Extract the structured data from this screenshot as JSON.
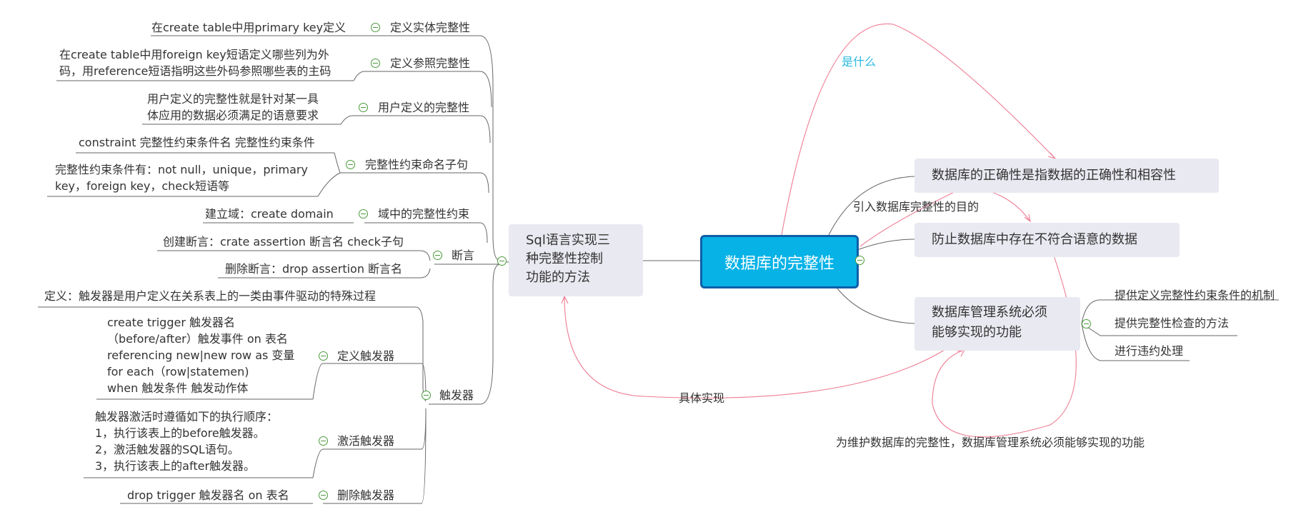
{
  "center": "数据库的完整性",
  "sql_node": [
    "Sql语言实现三",
    "种完整性控制",
    "功能的方法"
  ],
  "right": {
    "correctness": "数据库的正确性是指数据的正确性和相容性",
    "prevent": "防止数据库中存在不符合语意的数据",
    "dbms": [
      "数据库管理系统必须",
      "能够实现的功能"
    ],
    "dbms_children": [
      "提供定义完整性约束条件的机制",
      "提供完整性检查的方法",
      "进行违约处理"
    ]
  },
  "relations": {
    "what": "是什么",
    "purpose": "引入数据库完整性的目的",
    "implement": "具体实现",
    "maintain": "为维护数据库的完整性，数据库管理系统必须能够实现的功能"
  },
  "left": {
    "entity": {
      "label": "定义实体完整性",
      "detail": "在create table中用primary key定义"
    },
    "referential": {
      "label": "定义参照完整性",
      "detail": [
        "在create table中用foreign key短语定义哪些列为外",
        "码，用reference短语指明这些外码参照哪些表的主码"
      ]
    },
    "user": {
      "label": "用户定义的完整性",
      "detail": [
        "用户定义的完整性就是针对某一具",
        "体应用的数据必须满足的语意要求"
      ]
    },
    "constraint": {
      "label": "完整性约束命名子句",
      "detail1": "constraint 完整性约束条件名 完整性约束条件",
      "detail2": [
        "完整性约束条件有：not null，unique，primary",
        "key，foreign key，check短语等"
      ]
    },
    "domain": {
      "label": "域中的完整性约束",
      "detail": "建立域：create domain"
    },
    "assertion": {
      "label": "断言",
      "create": "创建断言：crate assertion 断言名 check子句",
      "drop": "删除断言：drop assertion 断言名"
    },
    "trigger": {
      "label": "触发器",
      "definition": "定义：触发器是用户定义在关系表上的一类由事件驱动的特殊过程",
      "define": {
        "label": "定义触发器",
        "detail": [
          "create trigger 触发器名",
          "（before/after）触发事件 on 表名",
          "referencing new|new row as 变量",
          "for each（row|statemen)",
          "when 触发条件 触发动作体"
        ]
      },
      "activate": {
        "label": "激活触发器",
        "detail": [
          "触发器激活时遵循如下的执行顺序：",
          "1，执行该表上的before触发器。",
          "2，激活触发器的SQL语句。",
          "3，执行该表上的after触发器。"
        ]
      },
      "delete": {
        "label": "删除触发器",
        "detail": "drop trigger 触发器名 on 表名"
      }
    }
  },
  "colors": {
    "central_fill": "#07b2e6",
    "central_border": "#0f5ea8",
    "box_fill": "#e9e9f1",
    "relation": "#ee7c93",
    "relation_label": "#2bb8df",
    "collapse_icon": "#4a9a3a"
  }
}
